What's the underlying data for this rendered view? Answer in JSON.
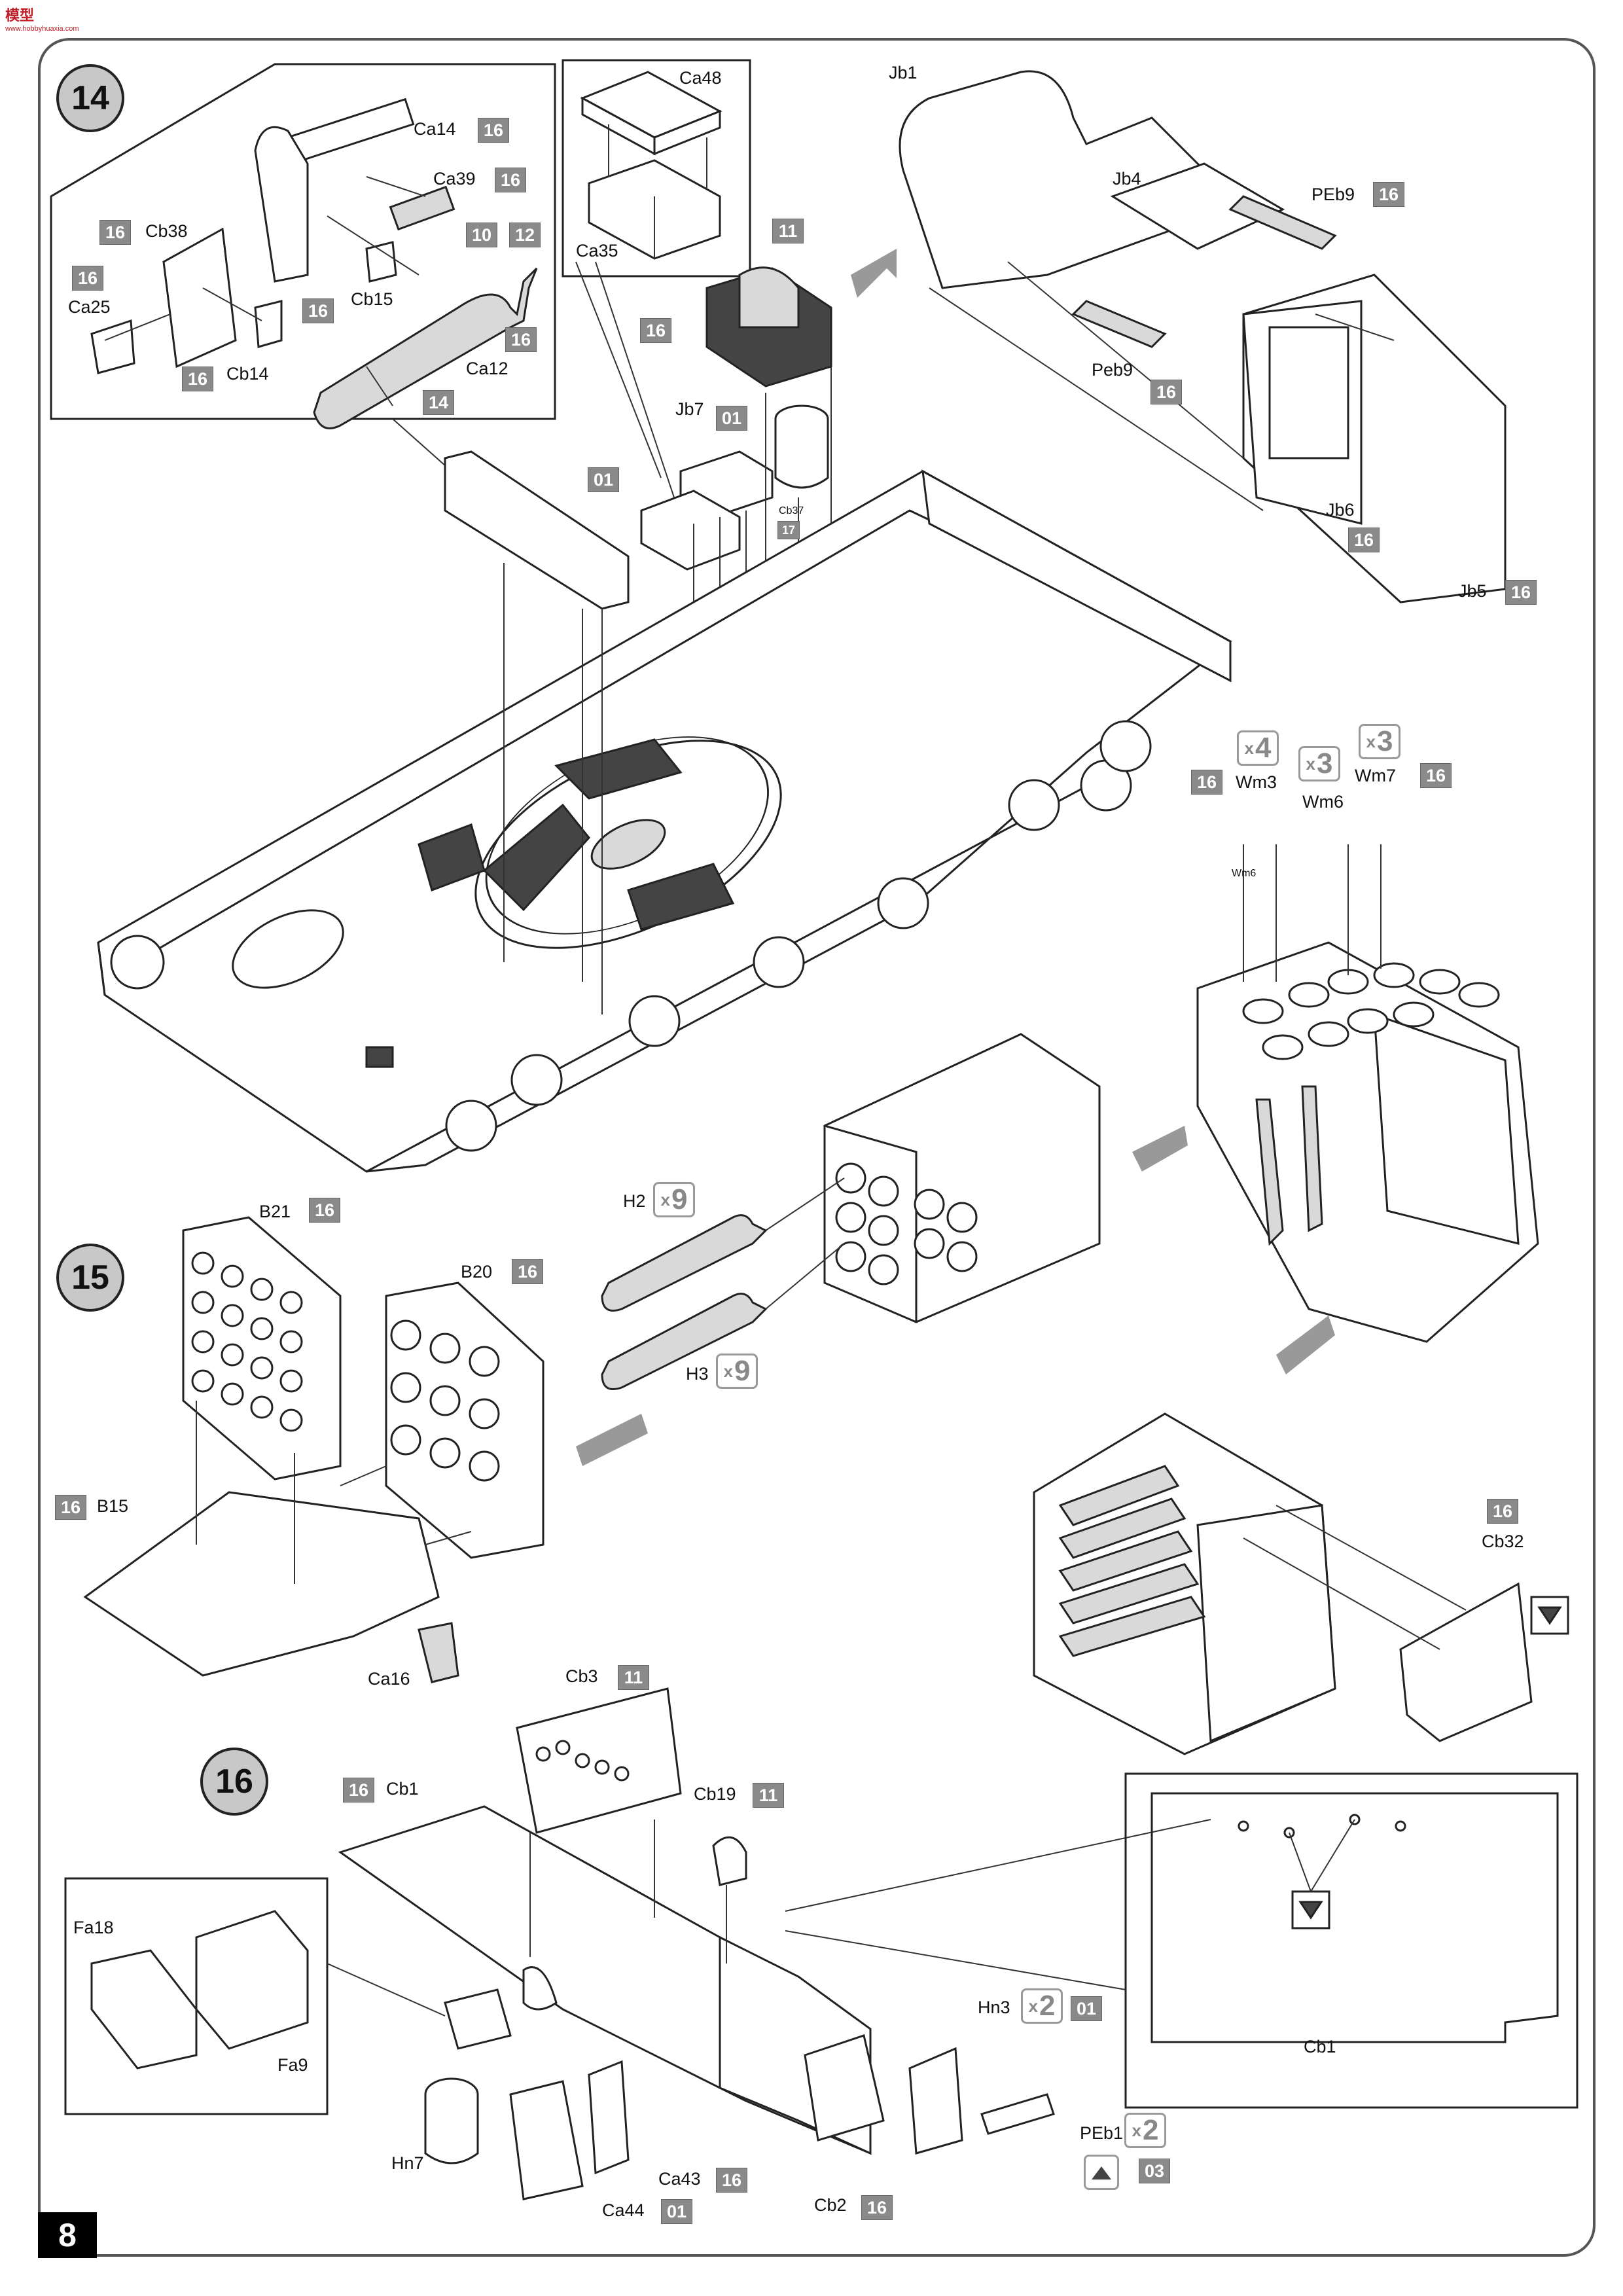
{
  "page": {
    "number": "8",
    "logo": "模型",
    "logo_sub": "www.hobbyhuaxia.com"
  },
  "steps": {
    "s14": "14",
    "s15": "15",
    "s16": "16"
  },
  "labels": {
    "ca14": "Ca14",
    "ca39": "Ca39",
    "cb38": "Cb38",
    "cb15": "Cb15",
    "ca25": "Ca25",
    "cb14": "Cb14",
    "ca12": "Ca12",
    "ca48": "Ca48",
    "ca35": "Ca35",
    "jb7": "Jb7",
    "cb37": "Cb37",
    "jb1": "Jb1",
    "jb4": "Jb4",
    "peb9a": "PEb9",
    "peb9b": "Peb9",
    "jb6": "Jb6",
    "jb5": "Jb5",
    "wm3": "Wm3",
    "wm6": "Wm6",
    "wm6b": "Wm6",
    "wm7": "Wm7",
    "b21": "B21",
    "b20": "B20",
    "b15": "B15",
    "ca16": "Ca16",
    "h2": "H2",
    "h3": "H3",
    "cb32": "Cb32",
    "cb3": "Cb3",
    "cb19": "Cb19",
    "cb1": "Cb1",
    "cb1b": "Cb1",
    "fa18": "Fa18",
    "fa9": "Fa9",
    "hn7": "Hn7",
    "ca44": "Ca44",
    "ca43": "Ca43",
    "cb2": "Cb2",
    "hn3": "Hn3",
    "peb1": "PEb1"
  },
  "badges": {
    "b_ca14": "16",
    "b_ca39": "16",
    "b_cb38": "16",
    "b_ca25": "16",
    "b_cb15": "16",
    "b_cb14": "16",
    "b_ca12": "16",
    "b_r10": "10",
    "b_r12": "12",
    "b_r14": "14",
    "b_11": "11",
    "b_box16": "16",
    "b_jb7": "01",
    "b_ca35": "01",
    "b_cb37": "17",
    "b_peb9": "16",
    "b_peb9b": "16",
    "b_jb6": "16",
    "b_jb5": "16",
    "b_wm3": "16",
    "b_wm7": "16",
    "b_b21": "16",
    "b_b20": "16",
    "b_b15": "16",
    "b_cb32": "16",
    "b_cb3": "11",
    "b_cb19": "11",
    "b_cb1": "16",
    "b_hn3": "01",
    "b_ca43": "16",
    "b_ca44": "01",
    "b_cb2": "16",
    "b_peb1": "03"
  },
  "quantities": {
    "q_wm3": "4",
    "q_wm6": "3",
    "q_wm7": "3",
    "q_h2": "9",
    "q_h3": "9",
    "q_hn3": "2",
    "q_peb1": "2",
    "x": "x"
  }
}
